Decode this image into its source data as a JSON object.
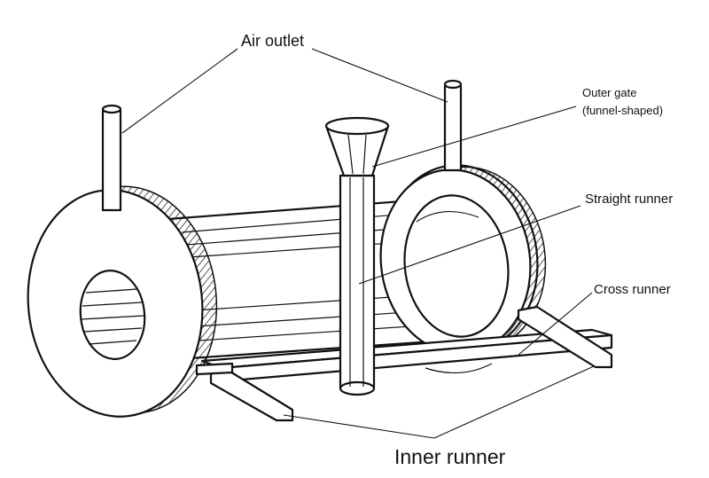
{
  "labels": {
    "air_outlet": "Air outlet",
    "outer_gate_line1": "Outer gate",
    "outer_gate_line2": "(funnel-shaped)",
    "straight_runner": "Straight runner",
    "cross_runner": "Cross runner",
    "inner_runner": "Inner runner"
  },
  "colors": {
    "ink": "#111111",
    "paper": "#ffffff"
  }
}
